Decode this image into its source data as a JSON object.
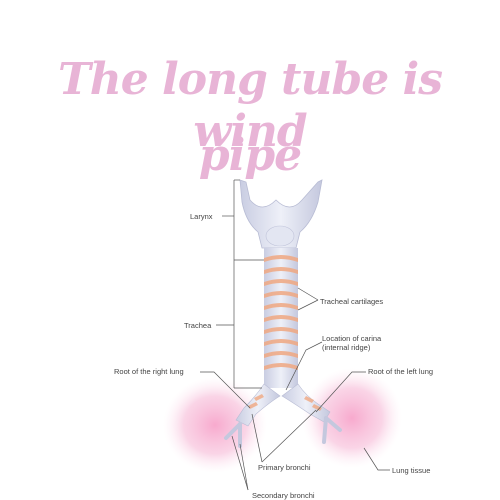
{
  "title": {
    "line1": "The long tube is wind",
    "line2": "pipe"
  },
  "labels": {
    "larynx": "Larynx",
    "trachea": "Trachea",
    "tracheal_cartilages": "Tracheal cartilages",
    "carina_line1": "Location of carina",
    "carina_line2": "(internal ridge)",
    "root_right_lung": "Root of the right lung",
    "root_left_lung": "Root of the left lung",
    "primary_bronchi": "Primary bronchi",
    "lung_tissue": "Lung tissue",
    "secondary_bronchi": "Secondary bronchi"
  },
  "colors": {
    "title": "#e8b4d6",
    "lung_tissue": "#f2a8cc",
    "cartilage": "#f0a882",
    "airway": "#dfe2f0",
    "leader_line": "#555555"
  }
}
